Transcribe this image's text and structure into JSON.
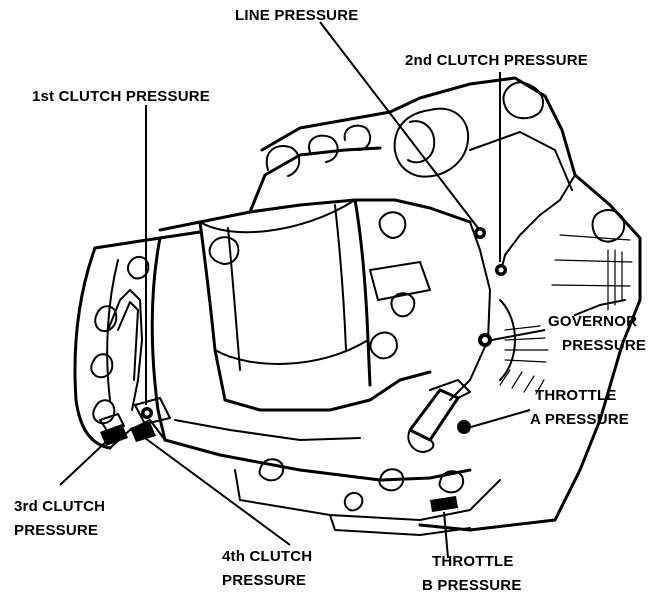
{
  "labels": {
    "line_pressure": "LINE PRESSURE",
    "second_clutch": "2nd CLUTCH PRESSURE",
    "first_clutch": "1st CLUTCH PRESSURE",
    "governor_1": "GOVERNOR",
    "governor_2": "PRESSURE",
    "throttle_a_1": "THROTTLE",
    "throttle_a_2": "A PRESSURE",
    "third_clutch_1": "3rd CLUTCH",
    "third_clutch_2": "PRESSURE",
    "fourth_clutch_1": "4th CLUTCH",
    "fourth_clutch_2": "PRESSURE",
    "throttle_b_1": "THROTTLE",
    "throttle_b_2": "B PRESSURE"
  }
}
